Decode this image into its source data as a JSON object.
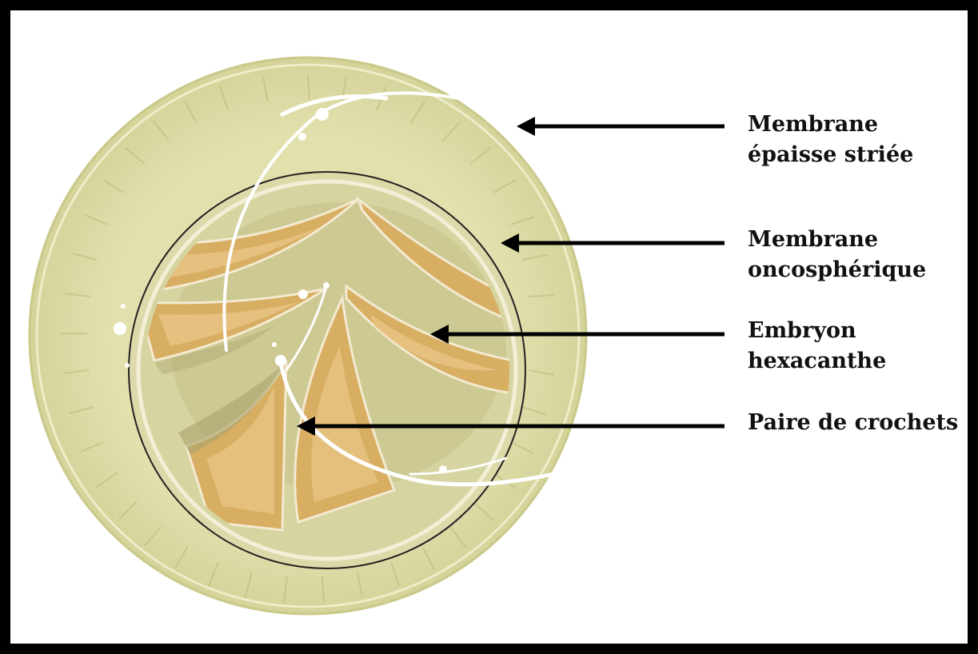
{
  "labels": {
    "outer_membrane": {
      "line1": "Membrane",
      "line2": "épaisse striée"
    },
    "oncospheric_membrane": {
      "line1": "Membrane",
      "line2": "oncosphérique"
    },
    "embryo": {
      "line1": "Embryon",
      "line2": "hexacanthe"
    },
    "hooks": {
      "line1": "Paire de crochets"
    }
  },
  "colors": {
    "frame": "#000000",
    "background": "#ffffff",
    "outer_ring": "#e4e3b2",
    "outer_ring_edge": "#cfcf8e",
    "inner_disc": "#d9d7a5",
    "inner_core": "#c7c28a",
    "embryo_fill": "#d9b26a",
    "embryo_highlight": "#ecc98a",
    "hook_white": "#ffffff",
    "arrow": "#000000"
  },
  "icons": [
    "oncosphere-egg-illustration",
    "arrow-pointer"
  ]
}
